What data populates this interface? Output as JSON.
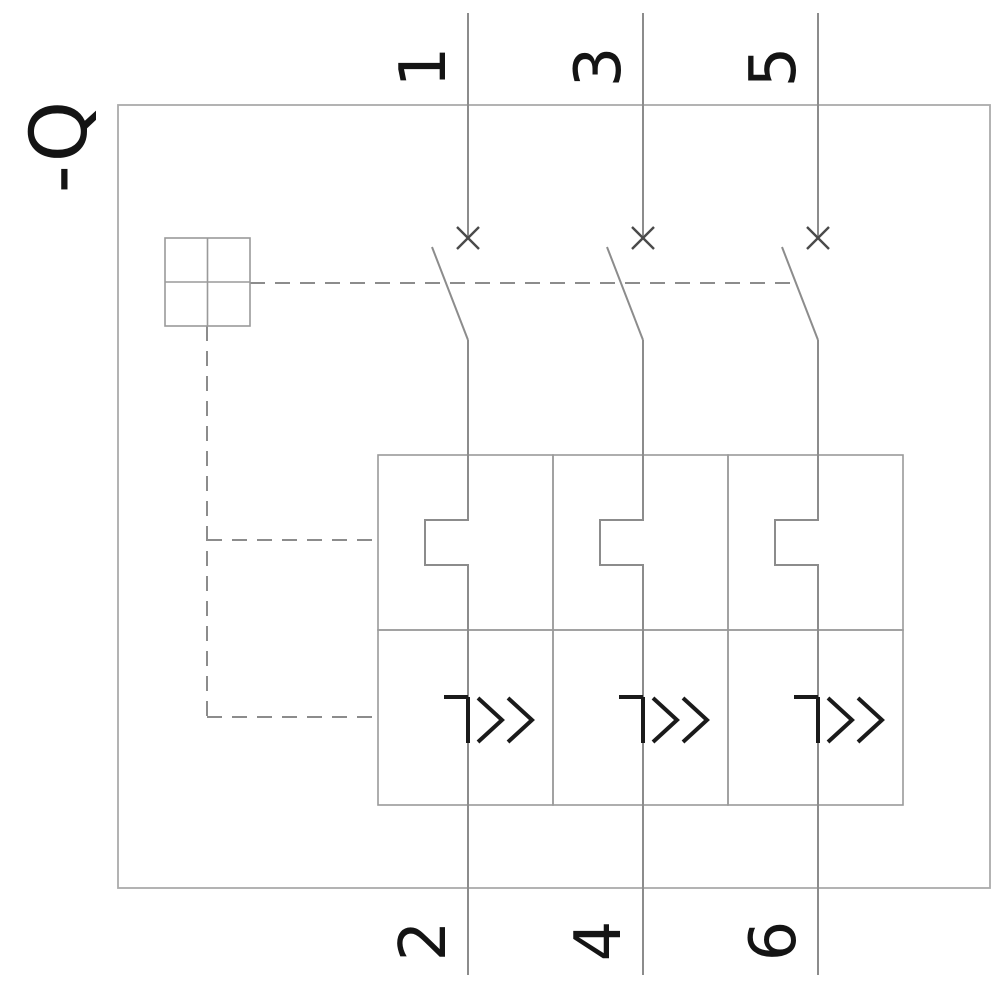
{
  "drawing": {
    "type": "circuit-diagram",
    "component_label": "-Q",
    "description": "Three-pole circuit breaker / motor starter protector schematic with thermal and instantaneous overcurrent releases",
    "poles": [
      {
        "top_terminal": "1",
        "bottom_terminal": "2",
        "trip_symbol": "I>>"
      },
      {
        "top_terminal": "3",
        "bottom_terminal": "4",
        "trip_symbol": "I>>"
      },
      {
        "top_terminal": "5",
        "bottom_terminal": "6",
        "trip_symbol": "I>>"
      }
    ],
    "symbols": {
      "operator": "manual-operator-square-icon",
      "contact": "breaker-contact-blade-with-cross-icon",
      "thermal": "thermal-overload-notch-icon",
      "magnetic": "instantaneous-overcurrent-release-icon",
      "linkage": "mechanical-linkage-dashed-line"
    },
    "colors": {
      "background": "#ffffff",
      "line": "#8c8c8c",
      "outline": "#ababab",
      "text": "#141414",
      "symbol": "#1a1a1a"
    }
  }
}
